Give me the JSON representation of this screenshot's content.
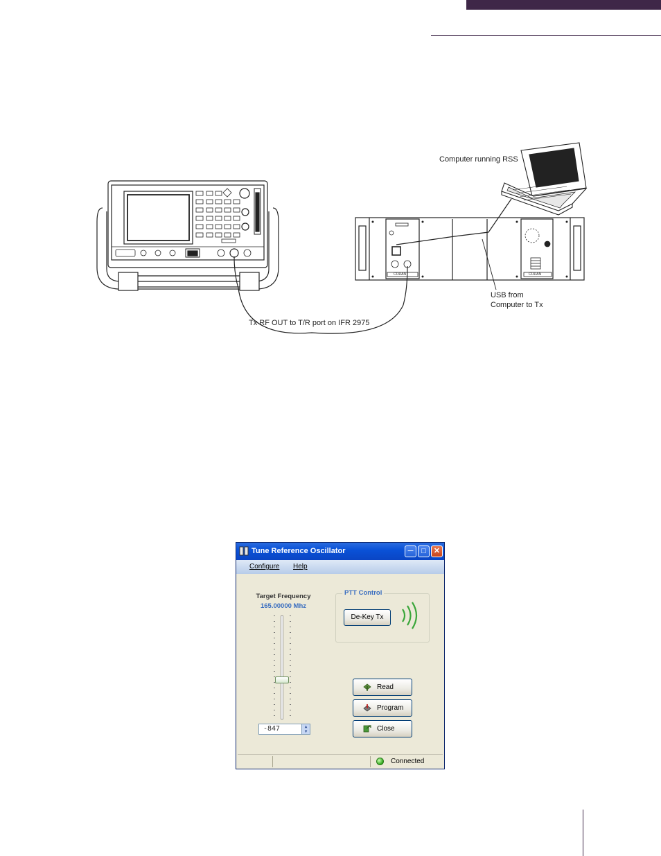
{
  "diagram": {
    "labels": {
      "computer": "Computer running RSS",
      "usb_line1": "USB from",
      "usb_line2": "Computer to Tx",
      "rf_cable": "Tx RF OUT to T/R port on IFR 2975"
    },
    "brand_left": "CODAN",
    "brand_right": "CODAN"
  },
  "dialog": {
    "title": "Tune Reference Oscillator",
    "menu": [
      "Configure",
      "Help"
    ],
    "target_frequency_label": "Target Frequency",
    "target_frequency_value": "165.00000 Mhz",
    "slider_value": "-847",
    "ptt_group_title": "PTT Control",
    "dekey_label": "De-Key Tx",
    "buttons": {
      "read": "Read",
      "program": "Program",
      "close": "Close"
    },
    "status": "Connected",
    "accent_color": "#3a6ec0",
    "status_color": "#2fa61d"
  }
}
